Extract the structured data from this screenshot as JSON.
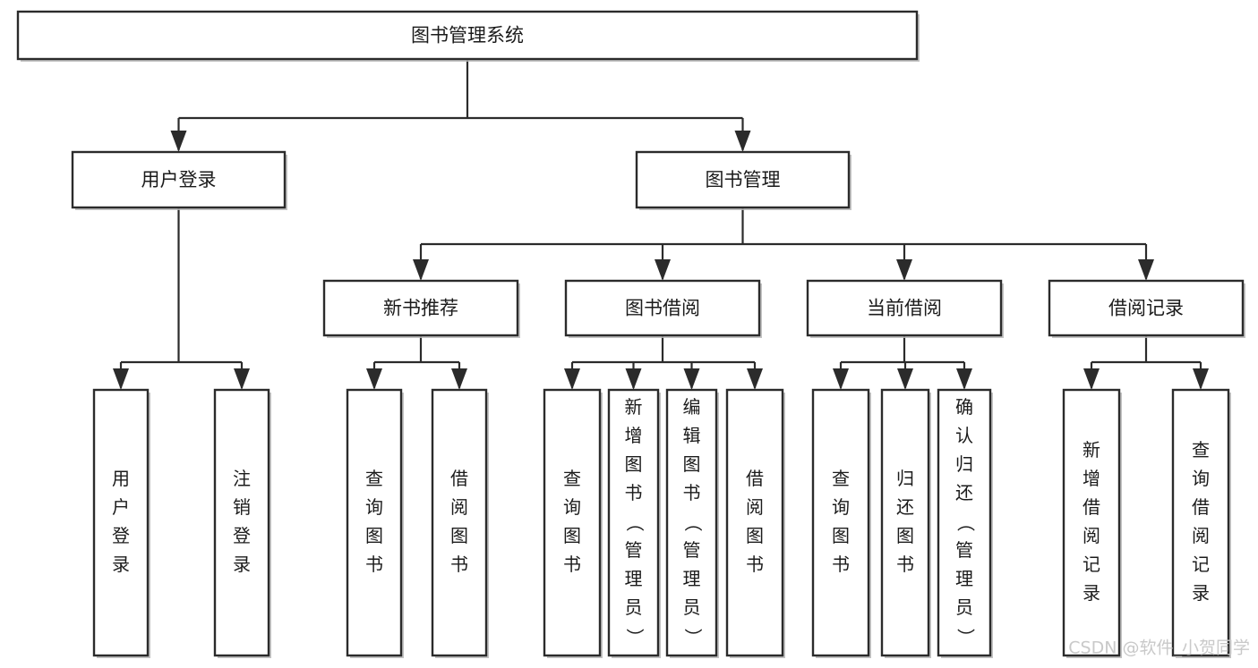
{
  "diagram": {
    "title": "图书管理系统",
    "type": "hierarchy-tree",
    "orientation": "top-down",
    "levels": 4,
    "colors": {
      "box_fill": "#ffffff",
      "box_stroke": "#2b2b2b",
      "connector": "#2b2b2b",
      "text": "#1b1b1b",
      "shadow": "#b9b9b9",
      "watermark": "#c9c9c9",
      "background": "#ffffff"
    },
    "root": {
      "label": "图书管理系统"
    },
    "level2": [
      {
        "id": "user-login",
        "label": "用户登录"
      },
      {
        "id": "book-management",
        "label": "图书管理"
      }
    ],
    "level3": [
      {
        "id": "new-book-recommend",
        "label": "新书推荐",
        "parent": "book-management"
      },
      {
        "id": "book-borrow",
        "label": "图书借阅",
        "parent": "book-management"
      },
      {
        "id": "current-borrow",
        "label": "当前借阅",
        "parent": "book-management"
      },
      {
        "id": "borrow-record",
        "label": "借阅记录",
        "parent": "book-management"
      }
    ],
    "leaves": {
      "user-login": [
        {
          "id": "leaf-user-login",
          "label": "用户登录"
        },
        {
          "id": "leaf-logout-login",
          "label": "注销登录"
        }
      ],
      "new-book-recommend": [
        {
          "id": "leaf-query-book-1",
          "label": "查询图书"
        },
        {
          "id": "leaf-borrow-book-1",
          "label": "借阅图书"
        }
      ],
      "book-borrow": [
        {
          "id": "leaf-query-book-2",
          "label": "查询图书"
        },
        {
          "id": "leaf-add-book",
          "label": "新增图书（管理员）"
        },
        {
          "id": "leaf-edit-book",
          "label": "编辑图书（管理员）"
        },
        {
          "id": "leaf-borrow-book-2",
          "label": "借阅图书"
        }
      ],
      "current-borrow": [
        {
          "id": "leaf-query-book-3",
          "label": "查询图书"
        },
        {
          "id": "leaf-return-book",
          "label": "归还图书"
        },
        {
          "id": "leaf-confirm-return",
          "label": "确认归还（管理员）"
        }
      ],
      "borrow-record": [
        {
          "id": "leaf-add-record",
          "label": "新增借阅记录"
        },
        {
          "id": "leaf-query-record",
          "label": "查询借阅记录"
        }
      ]
    }
  },
  "watermark": {
    "text": "CSDN @软件_小贺同学"
  }
}
